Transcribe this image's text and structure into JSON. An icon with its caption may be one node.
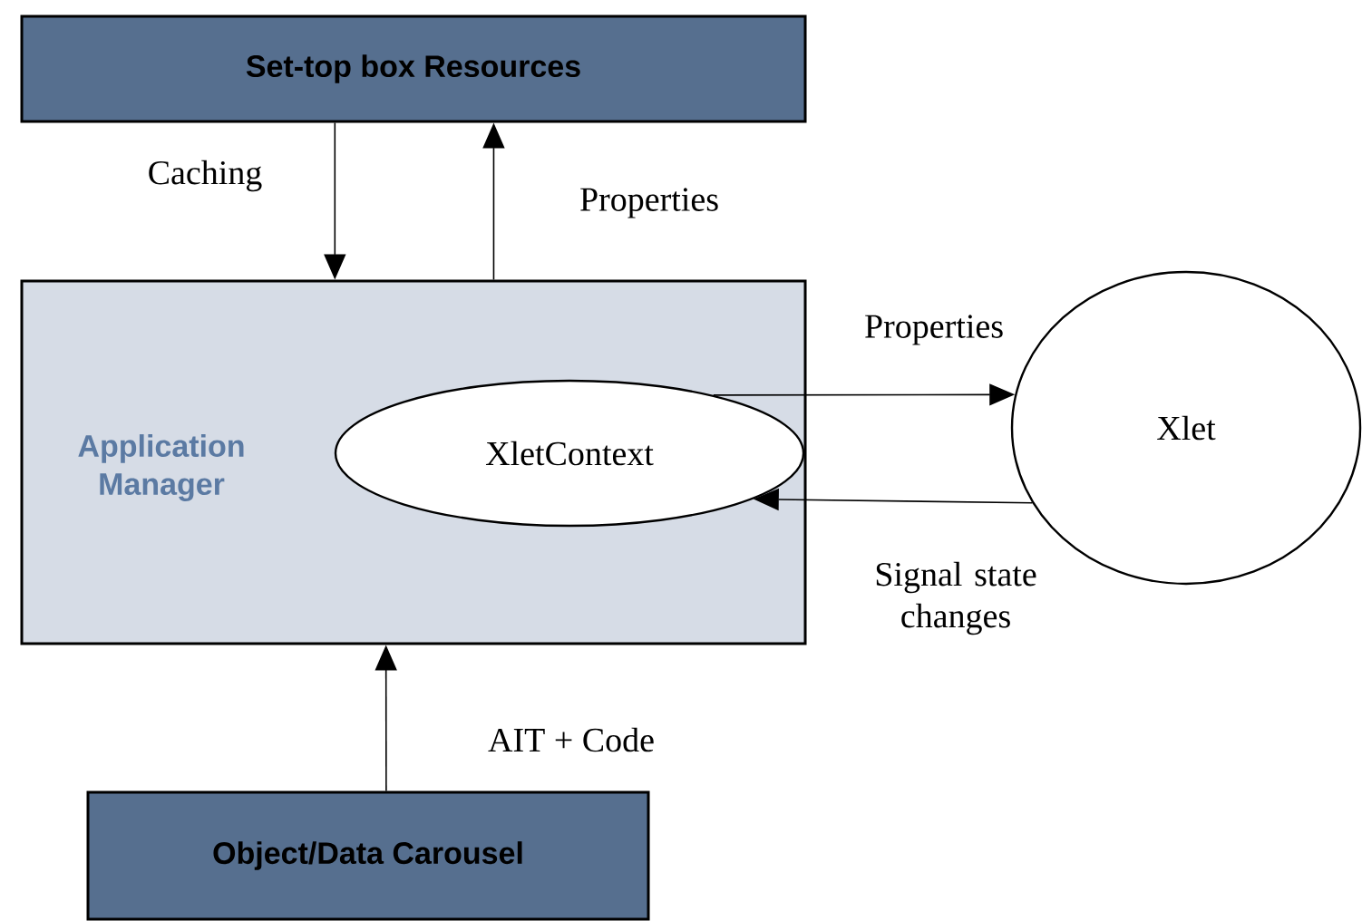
{
  "diagram": {
    "nodes": [
      {
        "text": [
          "Set-top box Resources"
        ]
      },
      {
        "text": [
          "Application Manager"
        ]
      },
      {
        "text": [
          "XletContext"
        ],
        "in": 1
      },
      {
        "text": [
          "Xlet"
        ]
      },
      {
        "text": [
          "Object/Data Carousel"
        ]
      }
    ],
    "edges": [
      {
        "from": 0,
        "to": 1,
        "arrow": "to",
        "label": "Caching"
      },
      {
        "from": 1,
        "to": 0,
        "arrow": "to",
        "label": "Properties"
      },
      {
        "from": 2,
        "to": 3,
        "arrow": "to",
        "label": "Properties"
      },
      {
        "from": 3,
        "to": 2,
        "arrow": "to",
        "label": "Signal state changes"
      },
      {
        "from": 4,
        "to": 1,
        "arrow": "to",
        "label": "AIT + Code"
      }
    ]
  }
}
